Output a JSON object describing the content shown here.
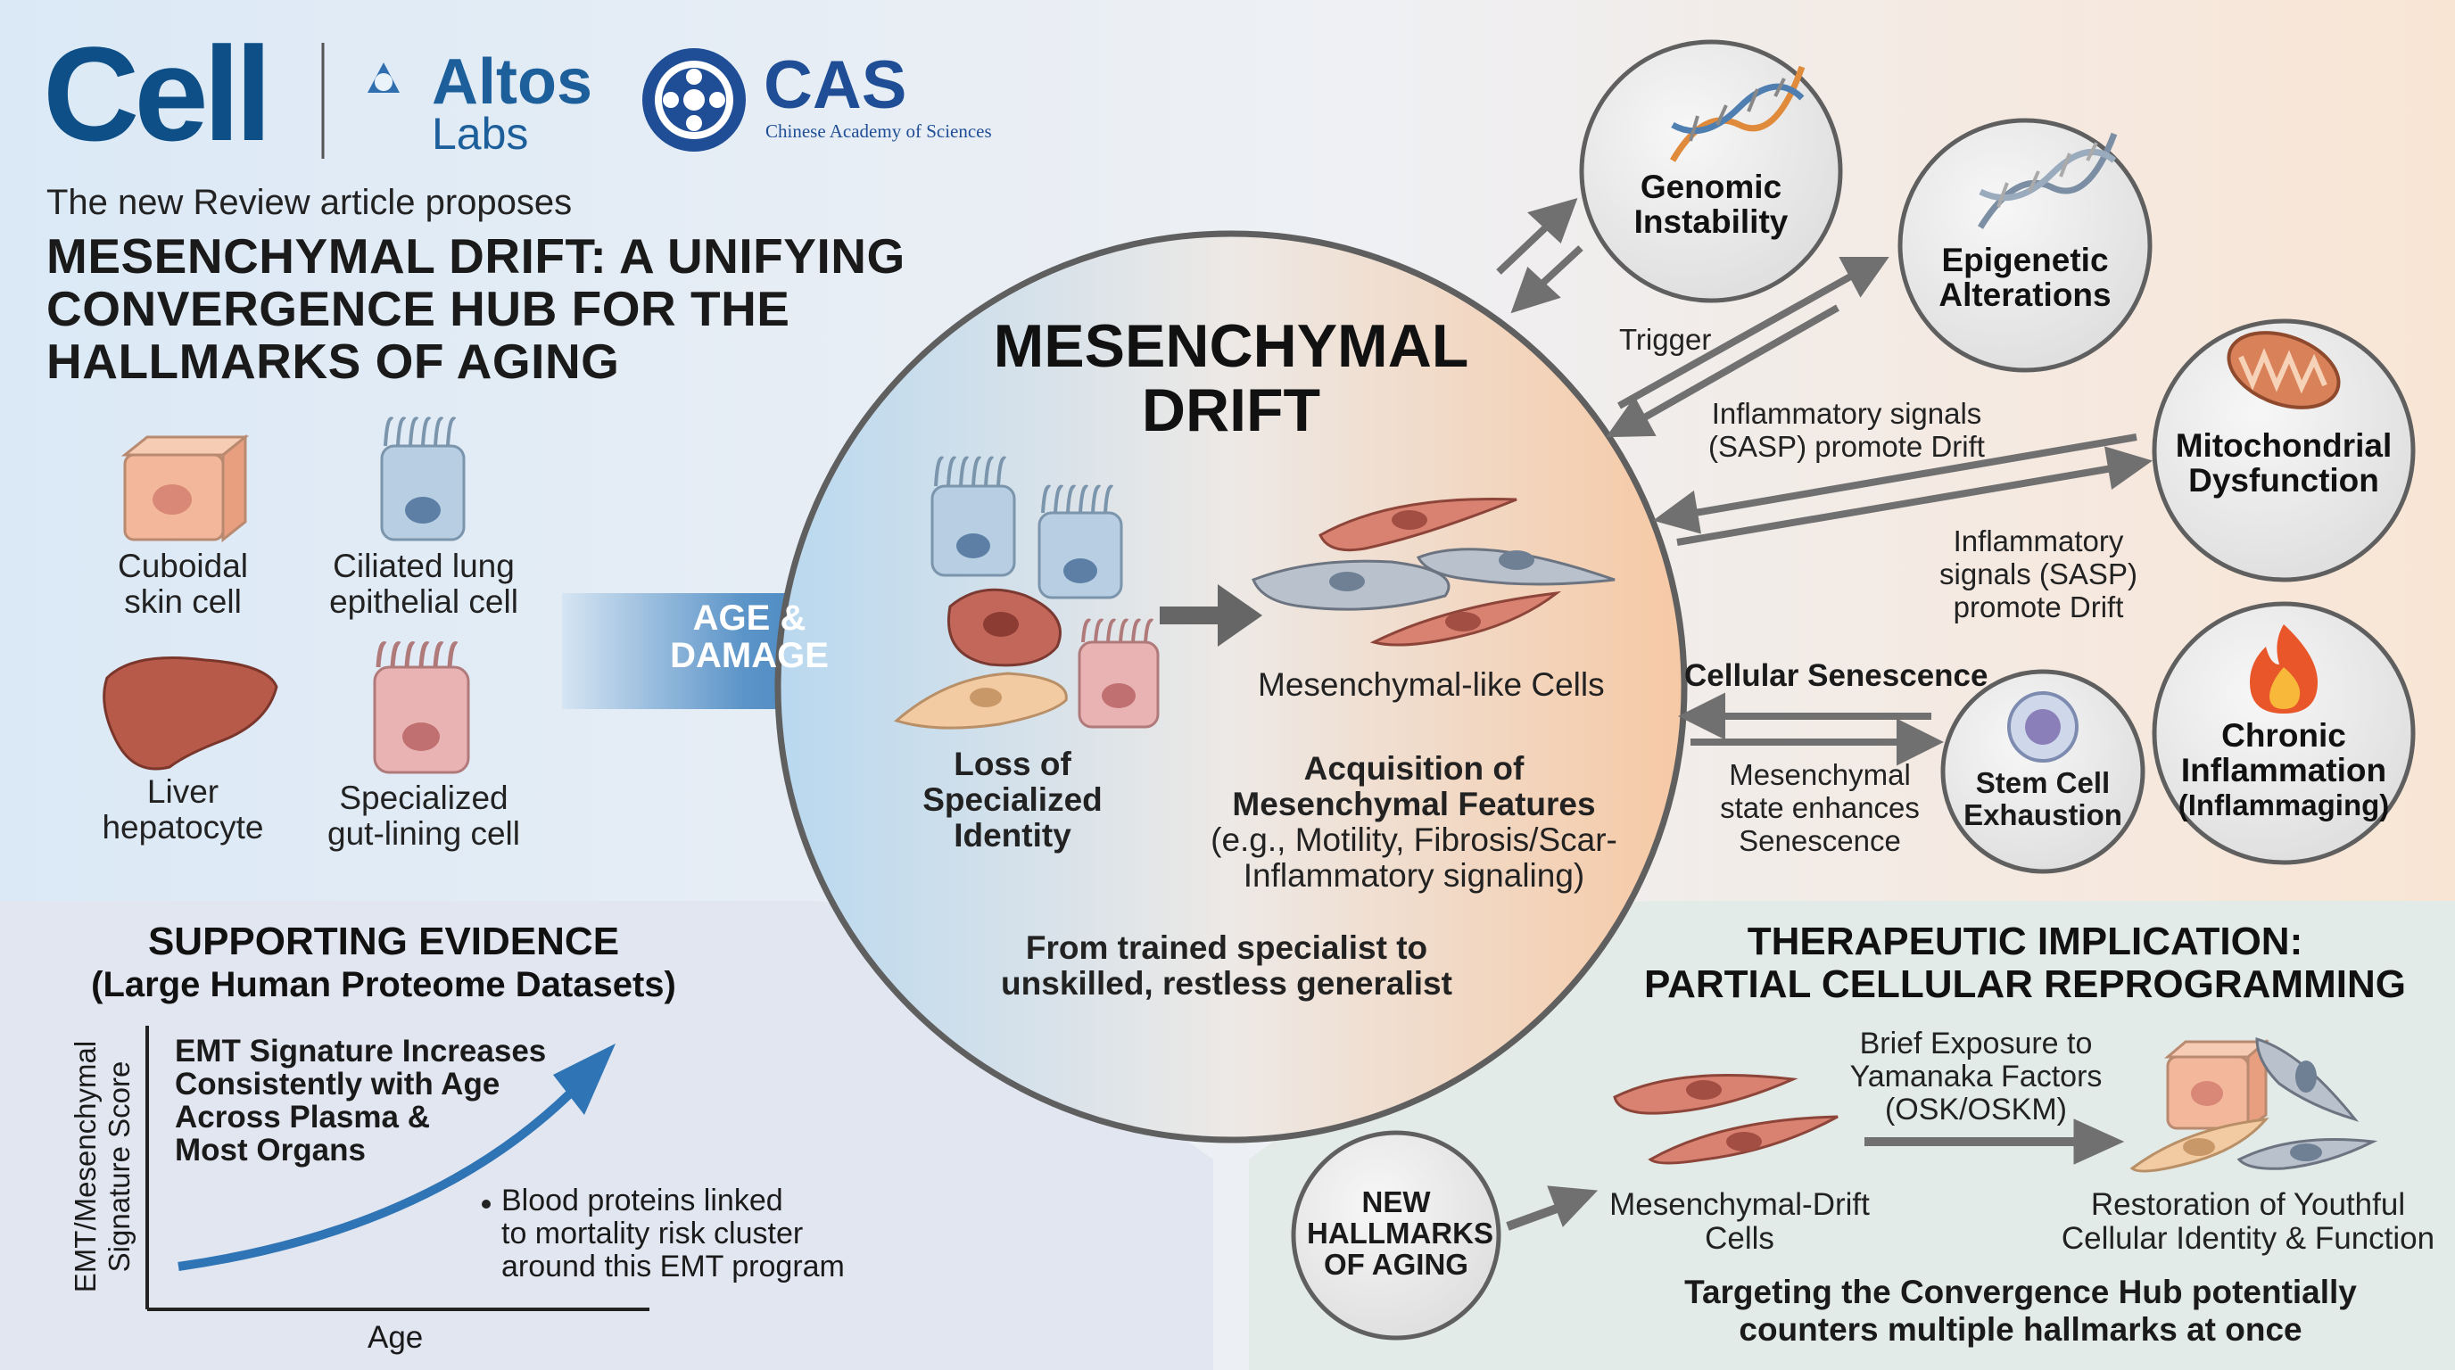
{
  "logos": {
    "cell": "Cell",
    "altos_line1": "Altos",
    "altos_line2": "Labs",
    "cas": "CAS",
    "cas_full": "Chinese Academy of Sciences"
  },
  "header": {
    "intro": "The new Review article proposes",
    "title_line1": "MESENCHYMAL DRIFT: A UNIFYING",
    "title_line2": "CONVERGENCE HUB FOR THE",
    "title_line3": "HALLMARKS OF AGING"
  },
  "cell_types": [
    {
      "line1": "Cuboidal",
      "line2": "skin cell"
    },
    {
      "line1": "Ciliated lung",
      "line2": "epithelial cell"
    },
    {
      "line1": "Liver",
      "line2": "hepatocyte"
    },
    {
      "line1": "Specialized",
      "line2": "gut-lining cell"
    }
  ],
  "arrow_label": {
    "line1": "AGE &",
    "line2": "DAMAGE"
  },
  "hub": {
    "title_line1": "MESENCHYMAL",
    "title_line2": "DRIFT",
    "mesenchymal_cells": "Mesenchymal-like Cells",
    "loss_line1": "Loss of",
    "loss_line2": "Specialized",
    "loss_line3": "Identity",
    "acq_line1": "Acquisition of",
    "acq_line2": "Mesenchymal Features",
    "acq_line3": "(e.g., Motility, Fibrosis/Scar-",
    "acq_line4": "Inflammatory signaling)",
    "summary_line1": "From trained specialist to",
    "summary_line2": "unskilled, restless generalist"
  },
  "hallmarks": {
    "genomic_line1": "Genomic",
    "genomic_line2": "Instability",
    "epigenetic_line1": "Epigenetic",
    "epigenetic_line2": "Alterations",
    "mito_line1": "Mitochondrial",
    "mito_line2": "Dysfunction",
    "inflam_line1": "Chronic",
    "inflam_line2": "Inflammation",
    "inflam_line3": "(Inflammaging)",
    "stem_line1": "Stem Cell",
    "stem_line2": "Exhaustion"
  },
  "links": {
    "trigger": "Trigger",
    "sasp1_line1": "Inflammatory signals",
    "sasp1_line2": "(SASP) promote Drift",
    "sasp2_line1": "Inflammatory",
    "sasp2_line2": "signals (SASP)",
    "sasp2_line3": "promote Drift",
    "senescence": "Cellular Senescence",
    "mes_line1": "Mesenchymal",
    "mes_line2": "state enhances",
    "mes_line3": "Senescence"
  },
  "evidence": {
    "head_line1": "SUPPORTING EVIDENCE",
    "head_line2": "(Large Human Proteome Datasets)",
    "ylabel_line1": "EMT/Mesenchymal",
    "ylabel_line2": "Signature Score",
    "xlabel": "Age",
    "trend_line1": "EMT Signature Increases",
    "trend_line2": "Consistently with Age",
    "trend_line3": "Across Plasma &",
    "trend_line4": "Most Organs",
    "bullet_line1": "Blood proteins linked",
    "bullet_line2": "to mortality risk cluster",
    "bullet_line3": "around this EMT program"
  },
  "therapy": {
    "head_line1": "THERAPEUTIC IMPLICATION:",
    "head_line2": "PARTIAL CELLULAR REPROGRAMMING",
    "exposure_line1": "Brief Exposure to",
    "exposure_line2": "Yamanaka Factors",
    "exposure_line3": "(OSK/OSKM)",
    "new_line1": "NEW",
    "new_line2": "HALLMARKS",
    "new_line3": "OF AGING",
    "drift_line1": "Mesenchymal-Drift",
    "drift_line2": "Cells",
    "restore_line1": "Restoration of Youthful",
    "restore_line2": "Cellular Identity & Function",
    "target_line1": "Targeting the Convergence Hub potentially",
    "target_line2": "counters multiple hallmarks at once"
  },
  "colors": {
    "blue_arrow": "#2f74b5",
    "ring": "#6b6b6b",
    "cell_blue": "#a9c3dc",
    "cell_pink": "#e8a9a9",
    "cell_red": "#c9726a",
    "cell_peach": "#f1c9a0"
  }
}
